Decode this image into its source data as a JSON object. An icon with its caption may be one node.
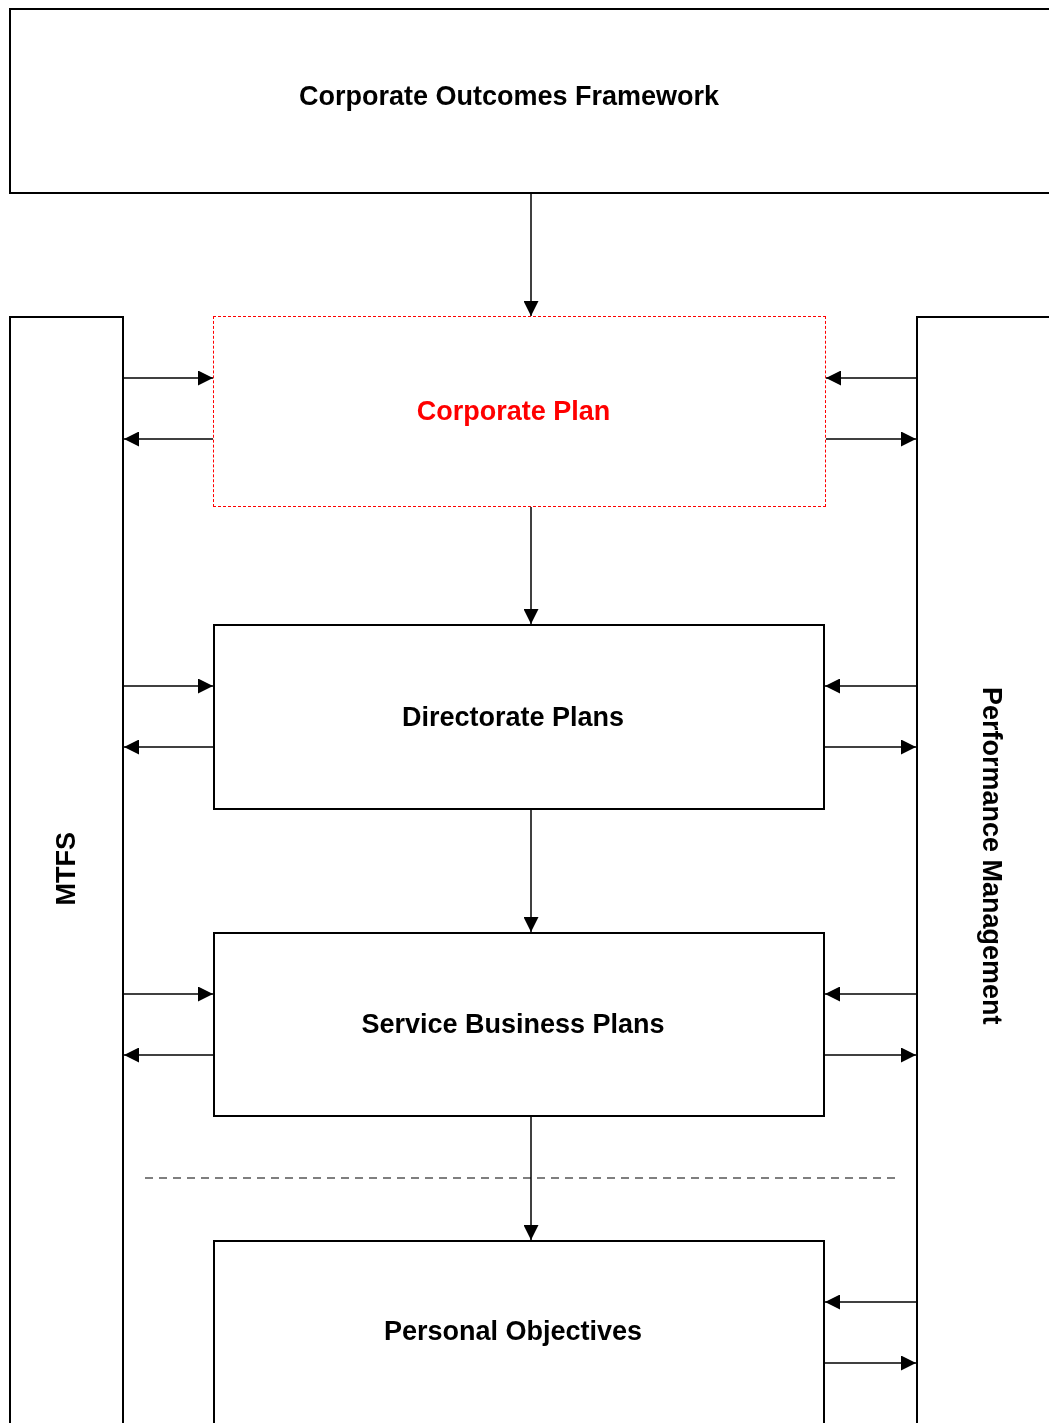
{
  "diagram": {
    "nodes": [
      {
        "text": [
          "Corporate Outcomes Framework"
        ]
      },
      {
        "text": [
          "MTFS"
        ]
      },
      {
        "text": [
          "Performance Management"
        ]
      },
      {
        "text": [
          "Corporate Plan"
        ]
      },
      {
        "text": [
          "Directorate Plans"
        ]
      },
      {
        "text": [
          "Service Business Plans"
        ]
      },
      {
        "text": [
          "Personal Objectives"
        ]
      }
    ],
    "edges": [
      {
        "from": 0,
        "to": 3,
        "arrow": "to"
      },
      {
        "from": 1,
        "to": 3,
        "arrow": "to"
      },
      {
        "from": 3,
        "to": 1,
        "arrow": "to"
      },
      {
        "from": 2,
        "to": 3,
        "arrow": "to"
      },
      {
        "from": 3,
        "to": 2,
        "arrow": "to"
      },
      {
        "from": 3,
        "to": 4,
        "arrow": "to"
      },
      {
        "from": 1,
        "to": 4,
        "arrow": "to"
      },
      {
        "from": 4,
        "to": 1,
        "arrow": "to"
      },
      {
        "from": 2,
        "to": 4,
        "arrow": "to"
      },
      {
        "from": 4,
        "to": 2,
        "arrow": "to"
      },
      {
        "from": 4,
        "to": 5,
        "arrow": "to"
      },
      {
        "from": 1,
        "to": 5,
        "arrow": "to"
      },
      {
        "from": 5,
        "to": 1,
        "arrow": "to"
      },
      {
        "from": 2,
        "to": 5,
        "arrow": "to"
      },
      {
        "from": 5,
        "to": 2,
        "arrow": "to"
      },
      {
        "from": 5,
        "to": 6,
        "arrow": "to"
      },
      {
        "from": 2,
        "to": 6,
        "arrow": "to"
      },
      {
        "from": 6,
        "to": 2,
        "arrow": "to"
      }
    ]
  }
}
